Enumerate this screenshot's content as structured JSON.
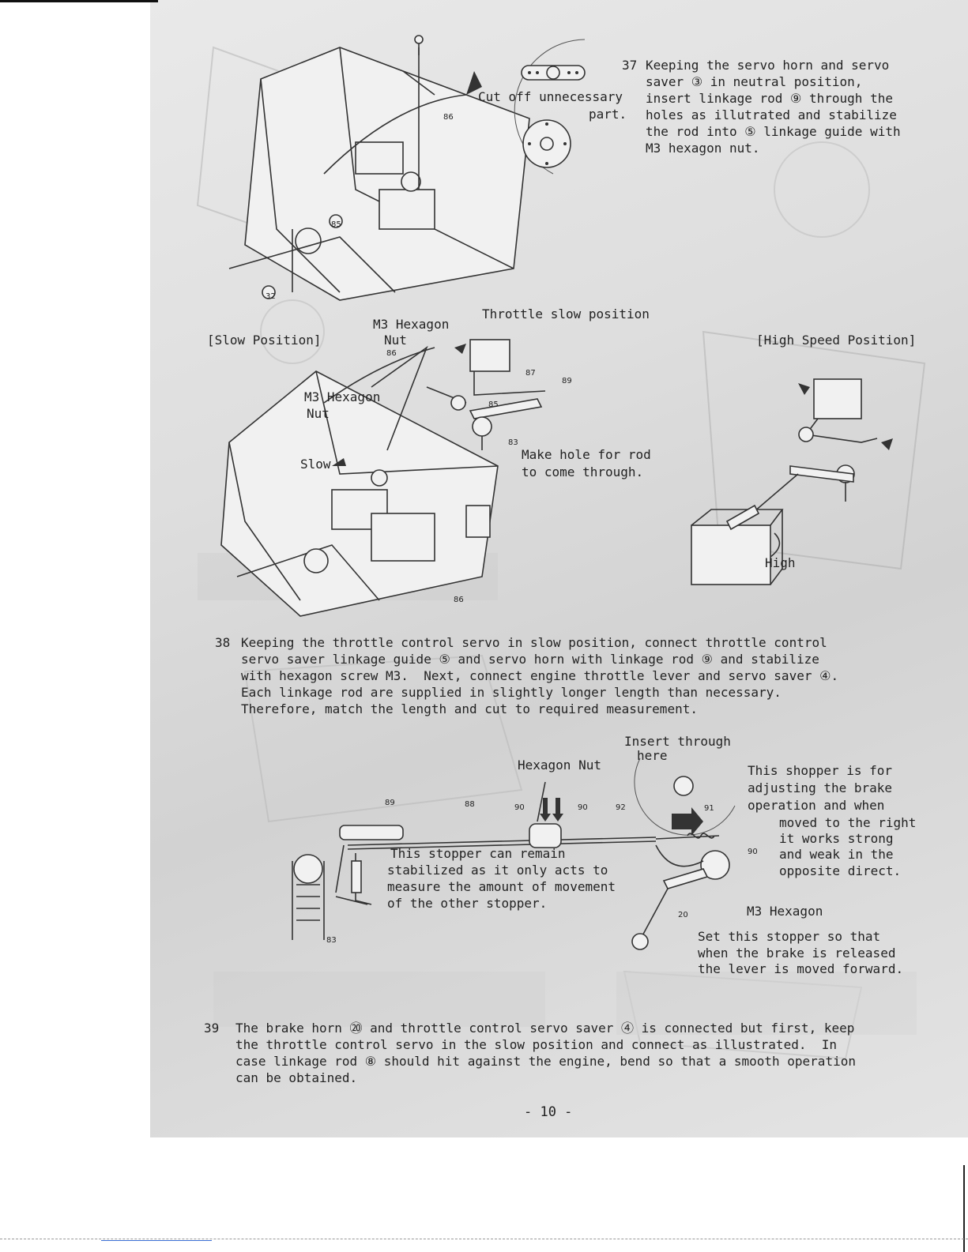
{
  "page_number": "- 10 -",
  "step37": {
    "number": "37",
    "lines": [
      "Keeping the servo horn and servo",
      "saver ③ in neutral position,",
      "insert linkage rod ⑨ through the",
      "holes as illutrated and stabilize",
      "the rod into ⑤ linkage guide with",
      "M3 hexagon nut."
    ]
  },
  "labels": {
    "cut_off_1": "Cut off unnecessary",
    "cut_off_2": "part.",
    "throttle_slow": "Throttle slow position",
    "m3_hex_top_1": "M3 Hexagon",
    "m3_hex_top_2": "Nut",
    "slow_position": "[Slow Position]",
    "high_speed_position": "[High Speed Position]",
    "m3_hex_mid_1": "M3 Hexagon",
    "m3_hex_mid_2": "Nut",
    "slow": "Slow",
    "make_hole_1": "Make hole for rod",
    "make_hole_2": "to come through.",
    "high": "High",
    "insert_through_1": "Insert through",
    "insert_through_2": "here",
    "hexagon_nut": "Hexagon Nut",
    "shopper_1": "This shopper is for",
    "shopper_2": "adjusting the brake",
    "shopper_3": "operation and when",
    "shopper_4": "moved to the right",
    "shopper_5": "it works strong",
    "shopper_6": "and weak in the",
    "shopper_7": "opposite direct.",
    "stopper_1": "This stopper can remain",
    "stopper_2": "stabilized as it only acts to",
    "stopper_3": "measure the amount of movement",
    "stopper_4": "of the other stopper.",
    "m3_hex_bottom": "M3 Hexagon",
    "set_stopper_1": "Set this stopper so that",
    "set_stopper_2": "when the brake is released",
    "set_stopper_3": "the lever is moved forward."
  },
  "part_numbers": {
    "p86_top": "86",
    "p85_top": "85",
    "p32": "32",
    "p86_mid": "86",
    "p87": "87",
    "p89_mid": "89",
    "p85_mid": "85",
    "p83_mid": "83",
    "p86_low": "86",
    "p89_b": "89",
    "p88": "88",
    "p90_a": "90",
    "p90_b": "90",
    "p92": "92",
    "p91": "91",
    "p90_c": "90",
    "p83_b": "83",
    "p20": "20"
  },
  "step38": {
    "number": "38",
    "lines": [
      "Keeping the throttle control servo in slow position, connect throttle control",
      "servo saver linkage guide ⑤ and servo horn with linkage rod ⑨ and stabilize",
      "with hexagon screw M3.  Next, connect engine throttle lever and servo saver ④.",
      "Each linkage rod are supplied in slightly longer length than necessary.",
      "Therefore, match the length and cut to required measurement."
    ]
  },
  "step39": {
    "number": "39",
    "lines": [
      "The brake horn ⑳ and throttle control servo saver ④ is connected but first, keep",
      "the throttle control servo in the slow position and connect as illustrated.  In",
      "case linkage rod ⑧ should hit against the engine, bend so that a smooth operation",
      "can be obtained."
    ]
  }
}
